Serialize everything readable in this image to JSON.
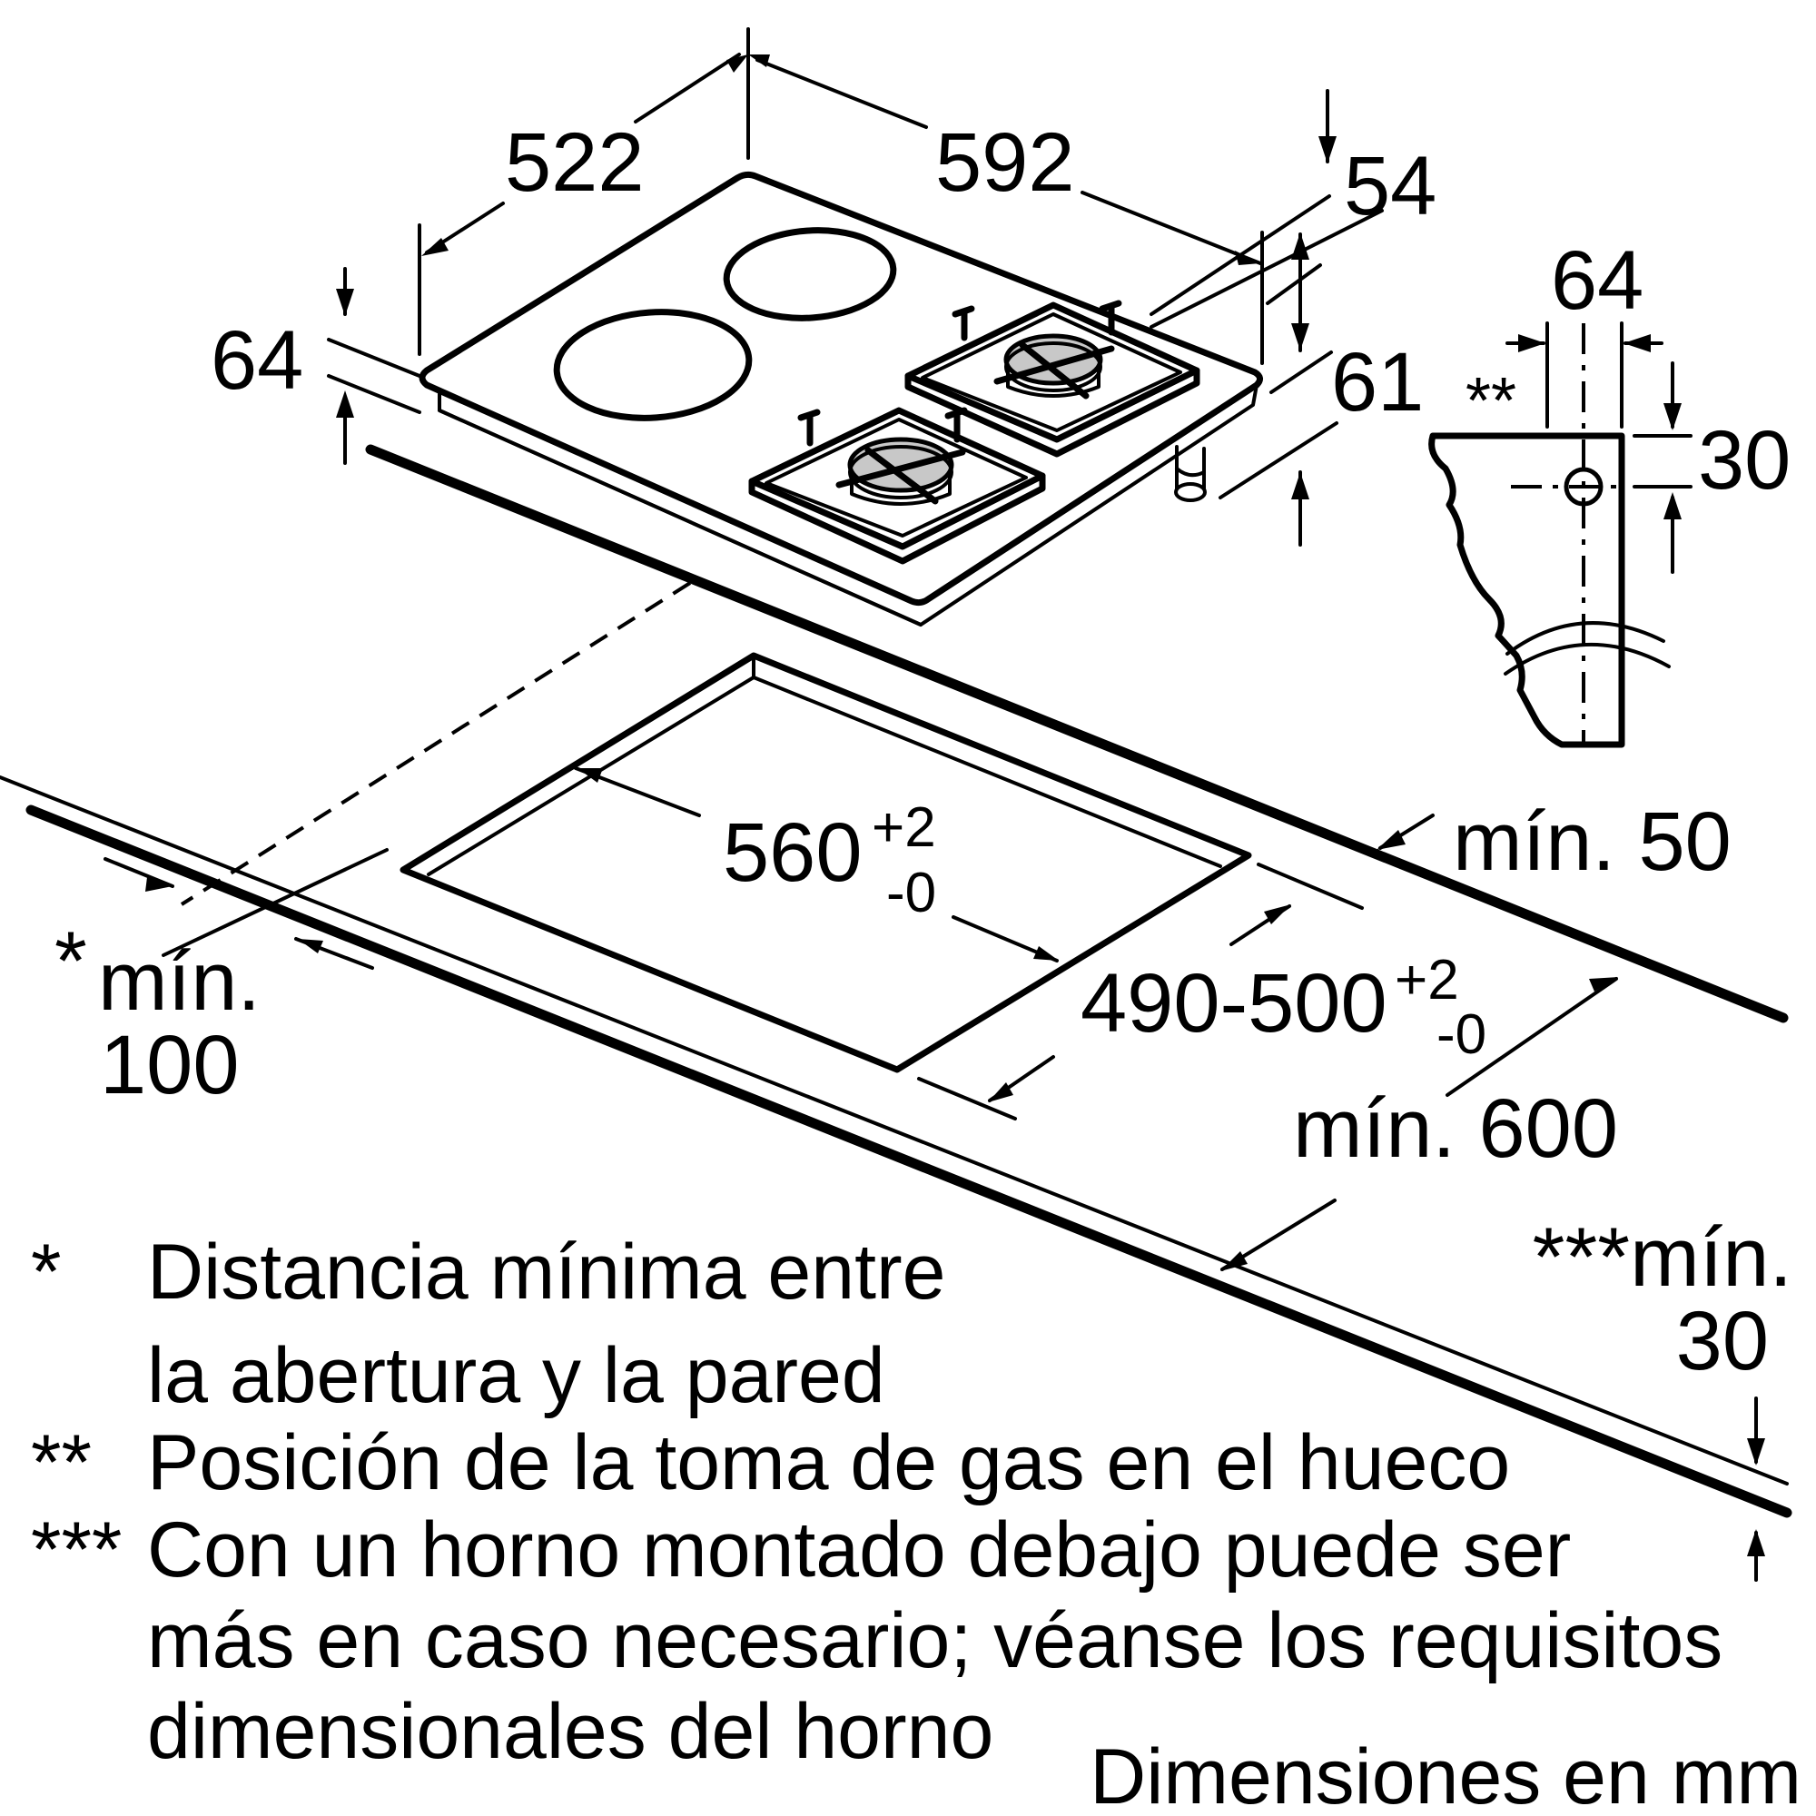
{
  "dimensions": {
    "depth_522": "522",
    "width_592": "592",
    "frame_54": "54",
    "height_64_left": "64",
    "height_61": "61",
    "gas_offset_64": "64",
    "gas_height_30": "30",
    "gas_position_marker": "**",
    "cutout_width_main": "560",
    "cutout_width_tol_plus": "+2",
    "cutout_width_tol_minus": "-0",
    "cutout_depth_main": "490-500",
    "cutout_depth_tol_plus": "+2",
    "cutout_depth_tol_minus": "-0",
    "min_50": "mín. 50",
    "min_600": "mín. 600",
    "min_100_star": "*",
    "min_100_label": "mín.",
    "min_100_value": "100",
    "min_30_label": "***mín.",
    "min_30_value": "30"
  },
  "notes": [
    {
      "marker": "*",
      "lines": [
        "Distancia mínima entre",
        "la abertura y la pared"
      ]
    },
    {
      "marker": "**",
      "lines": [
        "Posición de la toma de gas en el hueco"
      ]
    },
    {
      "marker": "***",
      "lines": [
        "Con un horno montado debajo puede ser",
        "más en caso necesario; véanse los requisitos",
        "dimensionales del horno"
      ]
    }
  ],
  "units_caption": "Dimensiones en mm"
}
